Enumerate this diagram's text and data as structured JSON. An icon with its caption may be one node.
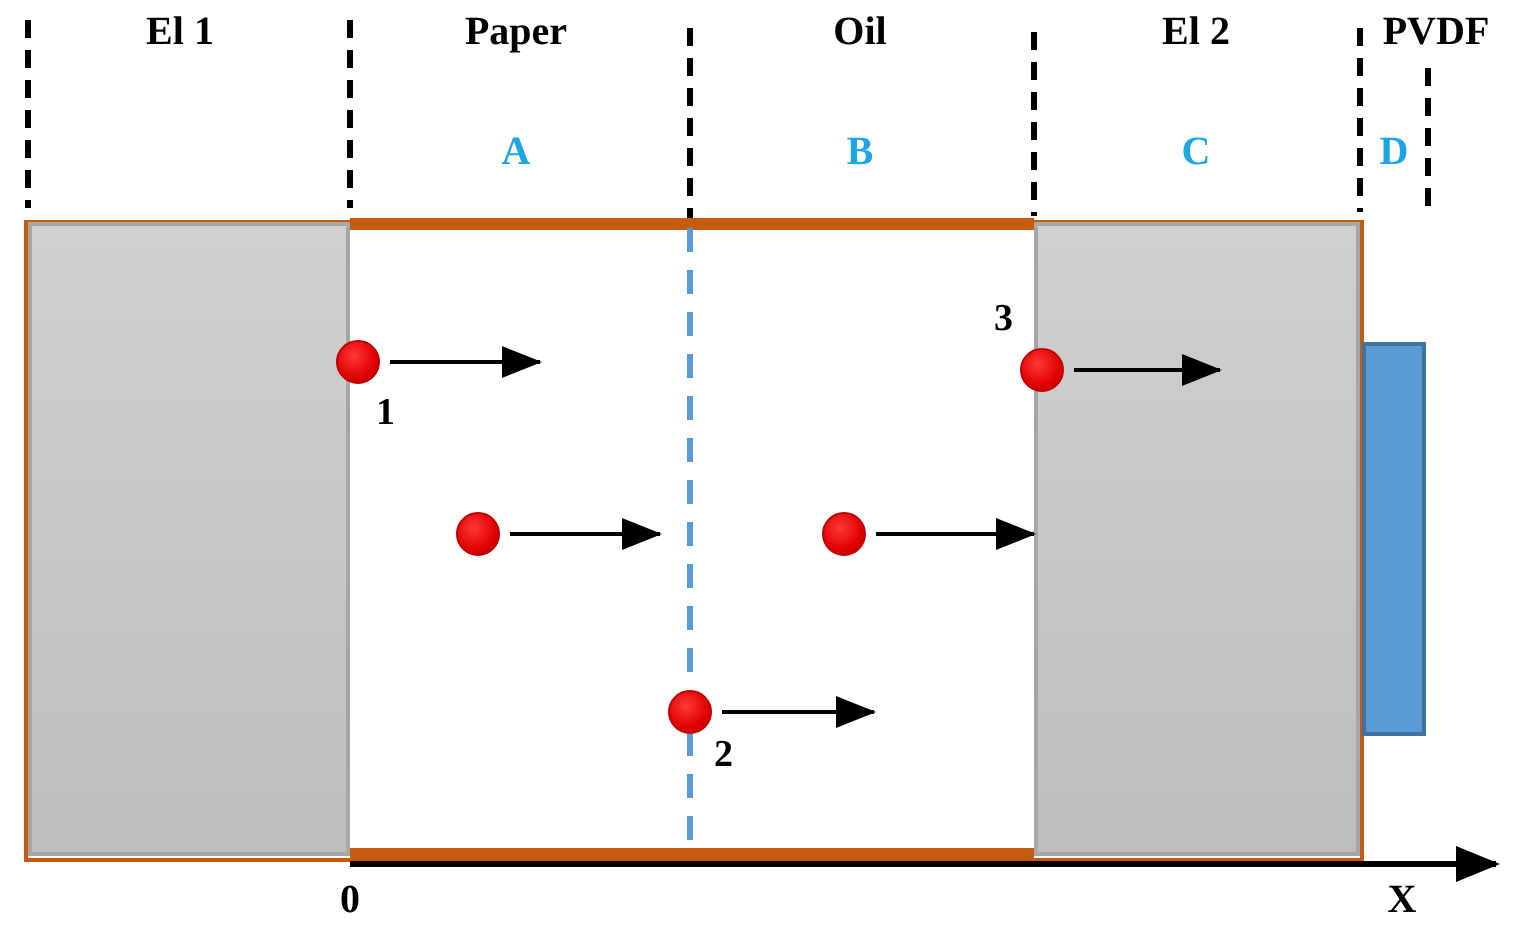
{
  "diagram": {
    "nodes": [
      {
        "text": [],
        "shape": "box"
      },
      {
        "text": [],
        "shape": "box"
      },
      {
        "text": [],
        "shape": "bar"
      },
      {
        "text": [],
        "shape": "circle",
        "beside": [
          "1"
        ]
      },
      {
        "text": [],
        "shape": "circle"
      },
      {
        "text": [],
        "shape": "circle",
        "beside": [
          "2"
        ]
      },
      {
        "text": [],
        "shape": "circle"
      },
      {
        "text": [],
        "shape": "circle",
        "beside": [
          "3"
        ]
      }
    ],
    "edges": [
      {
        "from": 3,
        "to": null,
        "arrow": "to"
      },
      {
        "from": 4,
        "to": null,
        "arrow": "to"
      },
      {
        "from": 5,
        "to": null,
        "arrow": "to"
      },
      {
        "from": 6,
        "to": 1,
        "arrow": "to"
      },
      {
        "from": 7,
        "to": 1,
        "arrow": "to"
      }
    ],
    "labels": [
      "El 1",
      "Paper",
      "Oil",
      "El 2",
      "PVDF",
      "A",
      "B",
      "C",
      "D",
      "0",
      "X"
    ]
  }
}
